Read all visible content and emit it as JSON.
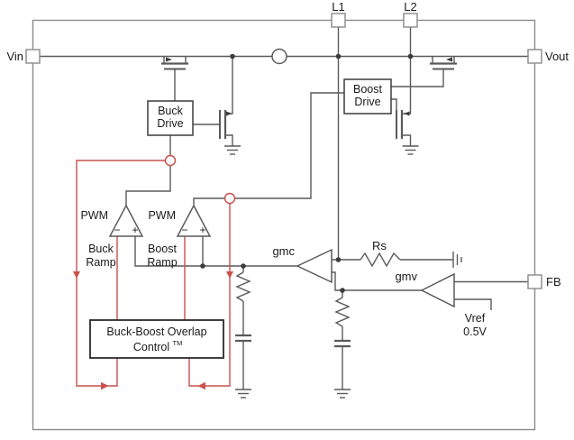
{
  "diagram": {
    "pins": {
      "vin": "Vin",
      "vout": "Vout",
      "l1": "L1",
      "l2": "L2",
      "fb": "FB"
    },
    "blocks": {
      "buck_drive_line1": "Buck",
      "buck_drive_line2": "Drive",
      "boost_drive_line1": "Boost",
      "boost_drive_line2": "Drive",
      "overlap_line1": "Buck-Boost Overlap",
      "overlap_line2": "Control",
      "overlap_tm": "TM"
    },
    "comparators": {
      "pwm_buck_label": "PWM",
      "pwm_boost_label": "PWM",
      "minus": "−",
      "plus": "+"
    },
    "ramps": {
      "buck_line1": "Buck",
      "buck_line2": "Ramp",
      "boost_line1": "Boost",
      "boost_line2": "Ramp"
    },
    "amplifiers": {
      "gmc": "gmc",
      "gmv": "gmv"
    },
    "components": {
      "rs": "Rs",
      "vref_line1": "Vref",
      "vref_line2": "0.5V"
    },
    "colors": {
      "wire": "#5a5a5a",
      "signal_red": "#c9504d",
      "text": "#1a1a1a",
      "block_border": "#3c3c3c",
      "pin_border": "#8a8a8a",
      "background": "#ffffff"
    }
  }
}
